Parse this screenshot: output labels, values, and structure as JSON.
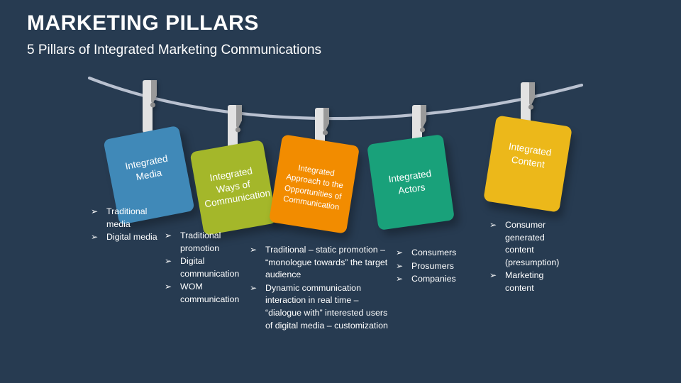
{
  "header": {
    "title": "MARKETING PILLARS",
    "subtitle": "5 Pillars of Integrated Marketing Communications"
  },
  "colors": {
    "background": "#273b51",
    "rope": "#b9c1d0",
    "pin_light": "#e2e2e2",
    "pin_dark": "#9a9a9a",
    "text": "#ffffff"
  },
  "bullet_marker": "➢",
  "pillars": [
    {
      "id": "integrated-media",
      "label": "Integrated Media",
      "color": "#4089b8",
      "bullets": [
        "Traditional media",
        "Digital media"
      ]
    },
    {
      "id": "integrated-ways-of-communication",
      "label": "Integrated Ways of Communication",
      "color": "#a4b72a",
      "bullets": [
        "Traditional promotion",
        "Digital communication",
        "WOM communication"
      ]
    },
    {
      "id": "integrated-approach-to-the-opportunities-of-communication",
      "label": "Integrated Approach to the Opportunities of Communication",
      "color": "#f28c00",
      "bullets": [
        "Traditional – static promotion – “monologue towards” the target audience",
        "Dynamic communication interaction in real time – “dialogue with” interested users of digital media – customization"
      ]
    },
    {
      "id": "integrated-actors",
      "label": "Integrated Actors",
      "color": "#19a17a",
      "bullets": [
        "Consumers",
        "Prosumers",
        "Companies"
      ]
    },
    {
      "id": "integrated-content",
      "label": "Integrated Content",
      "color": "#ecb81a",
      "bullets": [
        "Consumer generated content (presumption)",
        "Marketing content"
      ]
    }
  ]
}
